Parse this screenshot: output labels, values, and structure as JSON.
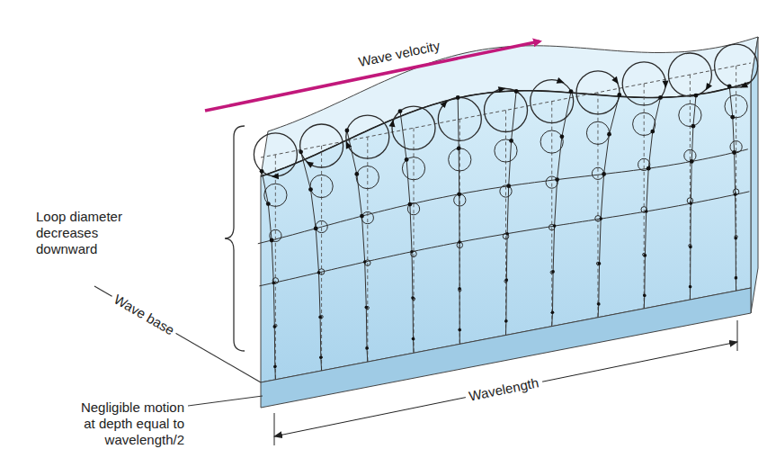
{
  "diagram": {
    "labels": [
      "Wave velocity",
      "Loop diameter decreases downward",
      "Wave base",
      "Wavelength",
      "Negligible motion at depth equal to wavelength/2"
    ]
  }
}
